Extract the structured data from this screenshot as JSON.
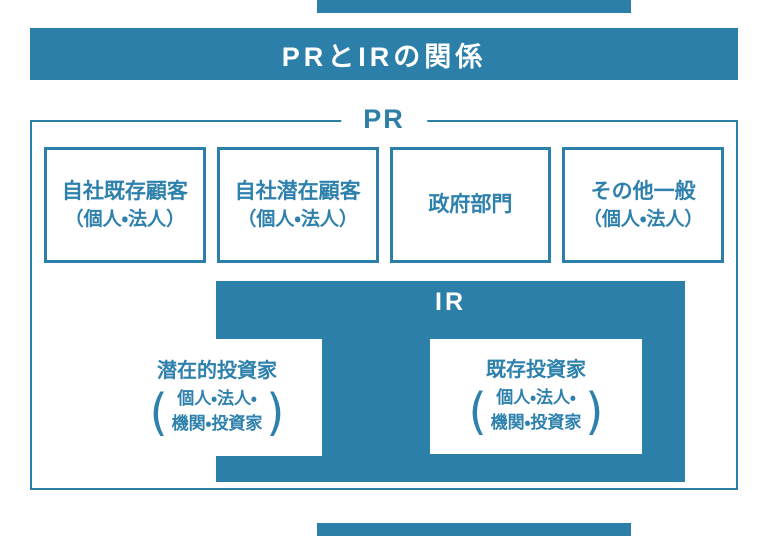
{
  "colors": {
    "accent": "#2c7fa8",
    "text_teal": "#2e81ac",
    "banner_text": "#ffffff",
    "background": "#fefefe"
  },
  "banner": {
    "title": "PRとIRの関係"
  },
  "pr": {
    "label": "PR",
    "boxes": [
      {
        "line1": "自社既存顧客",
        "line2": "（個人・法人）"
      },
      {
        "line1": "自社潜在顧客",
        "line2": "（個人・法人）"
      },
      {
        "line1": "政府部門"
      },
      {
        "line1": "その他一般",
        "line2": "（個人・法人）"
      }
    ]
  },
  "ir": {
    "label": "IR",
    "boxes": [
      {
        "title": "潜在的投資家",
        "paren_open": "(",
        "paren_close": ")",
        "detail1": "個人・法人・",
        "detail2": "機関・投資家"
      },
      {
        "title": "既存投資家",
        "paren_open": "(",
        "paren_close": ")",
        "detail1": "個人・法人・",
        "detail2": "機関・投資家"
      }
    ]
  }
}
